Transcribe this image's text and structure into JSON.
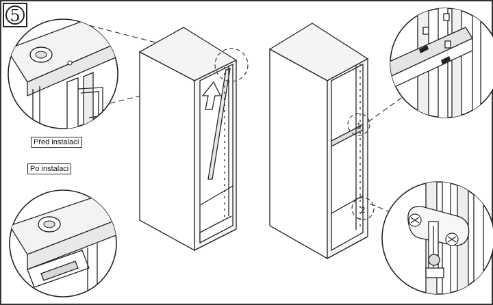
{
  "step": {
    "number": "5"
  },
  "labels": {
    "before": "Před instalací",
    "after": "Po instalaci"
  },
  "callout_numbers": {
    "top": "1",
    "bottom": "2"
  },
  "colors": {
    "line": "#222222",
    "panel": "#f2f2f2",
    "frame": "#333333"
  }
}
